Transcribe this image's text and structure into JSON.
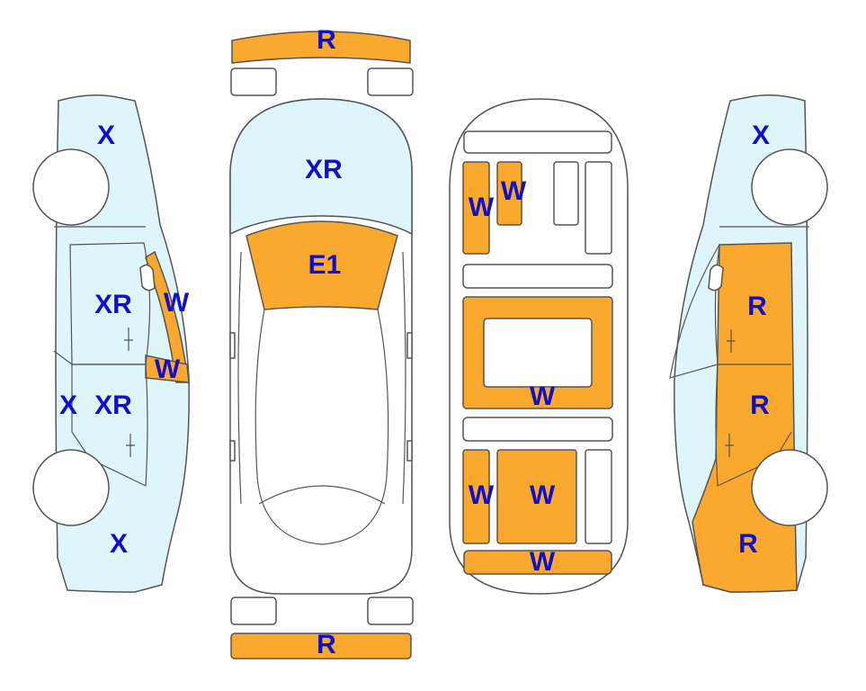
{
  "colors": {
    "orange": "#fba92e",
    "light_blue": "#dff5fc",
    "label": "#1010c8",
    "outline": "#555555"
  },
  "labels": {
    "left_roof": "X",
    "left_front_door": "XR",
    "left_pillar_upper": "W",
    "left_pillar_lower": "W",
    "left_rear_edge": "X",
    "left_rear_door": "XR",
    "left_rear_quarter": "X",
    "top_bumper_front": "R",
    "top_hood": "XR",
    "top_windshield": "E1",
    "top_bumper_rear": "R",
    "floor_front_left_a": "W",
    "floor_front_left_b": "W",
    "floor_center": "W",
    "floor_rear_left": "W",
    "floor_rear_center": "W",
    "floor_rear_bottom": "W",
    "right_roof": "X",
    "right_front_door": "R",
    "right_rear_door": "R",
    "right_rear_quarter": "R"
  }
}
